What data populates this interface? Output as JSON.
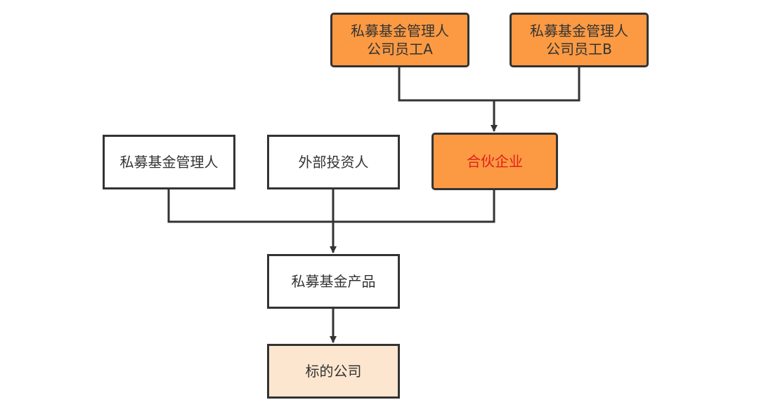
{
  "nodes": {
    "employee_a": {
      "line1": "私募基金管理人",
      "line2": "公司员工A"
    },
    "employee_b": {
      "line1": "私募基金管理人",
      "line2": "公司员工B"
    },
    "manager": {
      "label": "私募基金管理人"
    },
    "investor": {
      "label": "外部投资人"
    },
    "partnership": {
      "label": "合伙企业"
    },
    "product": {
      "label": "私募基金产品"
    },
    "target": {
      "label": "标的公司"
    }
  },
  "colors": {
    "orange_fill": "#fb9a43",
    "peach_fill": "#fde6cf",
    "stroke": "#333333",
    "highlight_text": "#e0201b"
  }
}
